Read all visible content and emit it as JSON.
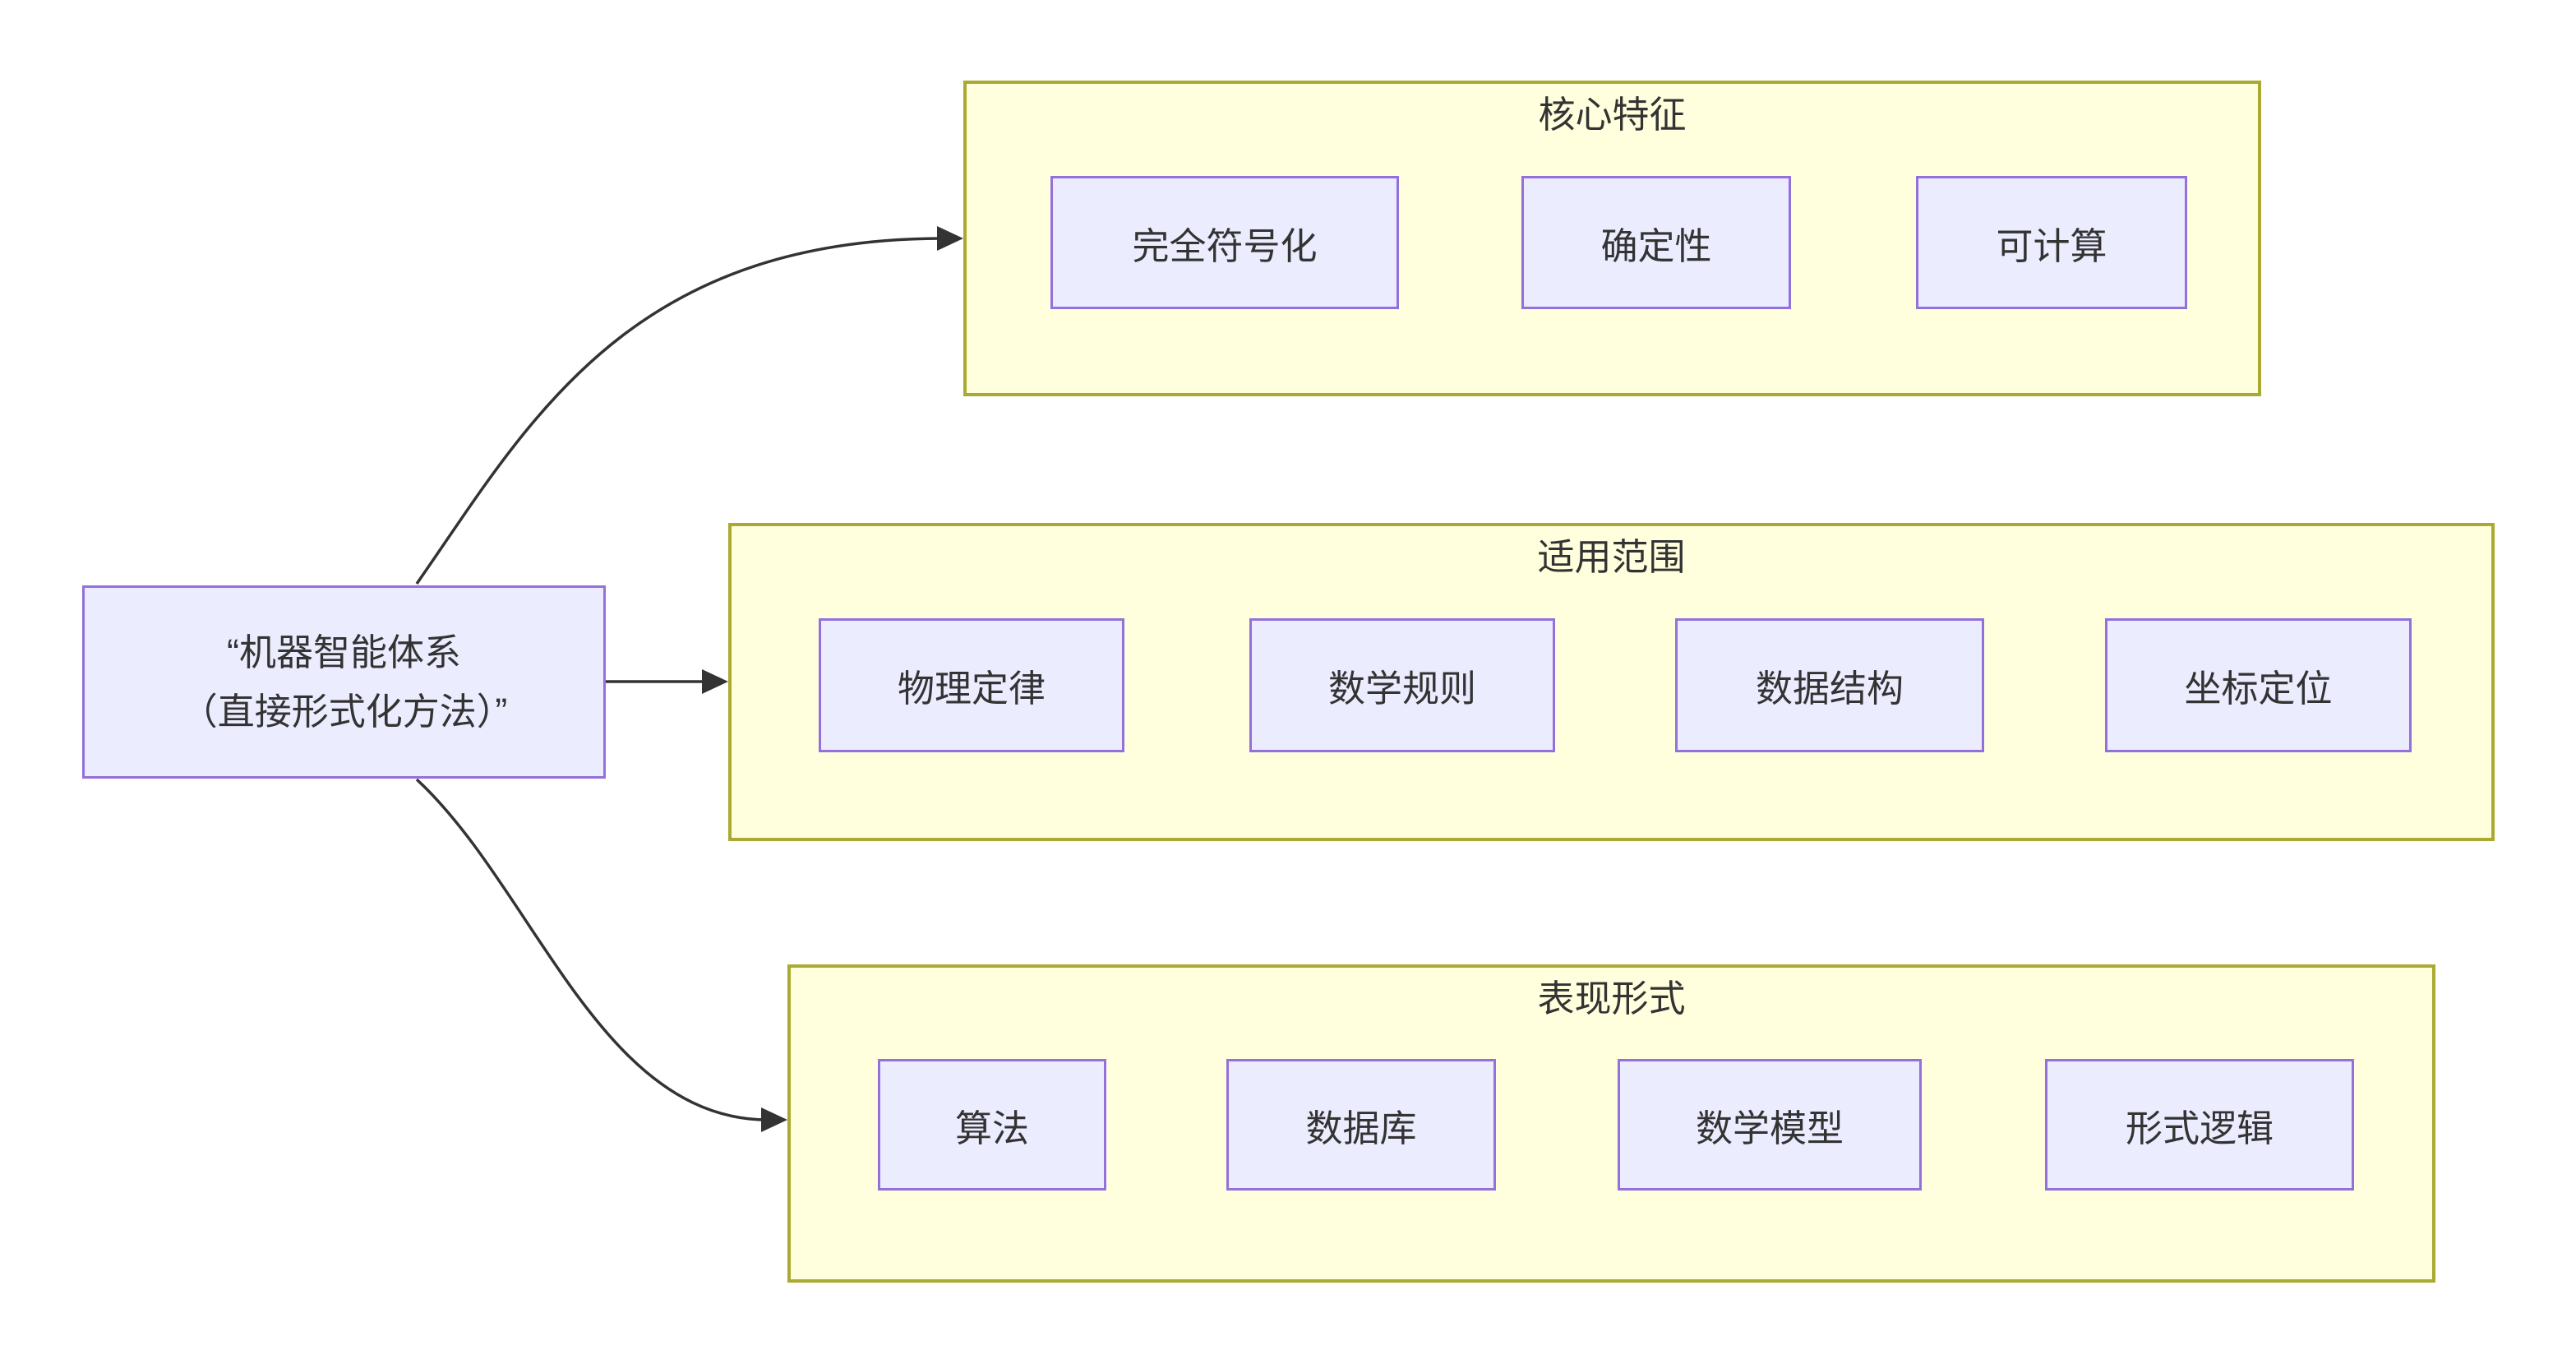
{
  "diagram": {
    "root": {
      "label": "“机器智能体系\n（直接形式化方法）”"
    },
    "groups": [
      {
        "title": "核心特征",
        "items": [
          {
            "label": "完全符号化"
          },
          {
            "label": "确定性"
          },
          {
            "label": "可计算"
          }
        ]
      },
      {
        "title": "适用范围",
        "items": [
          {
            "label": "物理定律"
          },
          {
            "label": "数学规则"
          },
          {
            "label": "数据结构"
          },
          {
            "label": "坐标定位"
          }
        ]
      },
      {
        "title": "表现形式",
        "items": [
          {
            "label": "算法"
          },
          {
            "label": "数据库"
          },
          {
            "label": "数学模型"
          },
          {
            "label": "形式逻辑"
          }
        ]
      }
    ],
    "edges": [
      {
        "from": "root",
        "to": "核心特征"
      },
      {
        "from": "root",
        "to": "适用范围"
      },
      {
        "from": "root",
        "to": "表现形式"
      }
    ],
    "colors": {
      "group_fill": "#ffffde",
      "group_border": "#aaaa33",
      "node_fill": "#ececff",
      "node_border": "#9370db",
      "text": "#333333",
      "edge": "#333333"
    }
  }
}
